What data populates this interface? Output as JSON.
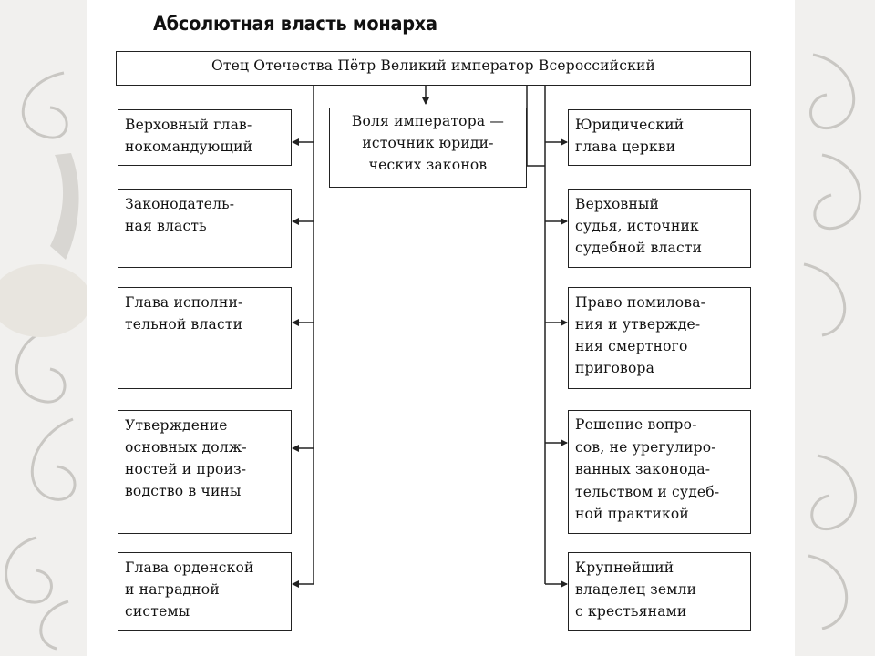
{
  "title": "Абсолютная власть монарха",
  "top_box": "Отец Отечества Пётр Великий император Всероссийский",
  "center_box": [
    "Воля императора —",
    "источник юриди-",
    "ческих законов"
  ],
  "left_boxes": [
    [
      "Верховный глав-",
      "нокомандующий"
    ],
    [
      "Законодатель-",
      "ная власть"
    ],
    [
      "Глава исполни-",
      "тельной власти"
    ],
    [
      "Утверждение",
      "основных долж-",
      "ностей и произ-",
      "водство в чины"
    ],
    [
      "Глава орденской",
      "и наградной",
      "системы"
    ]
  ],
  "right_boxes": [
    [
      "Юридический",
      "глава церкви"
    ],
    [
      "Верховный",
      "судья, источник",
      "судебной власти"
    ],
    [
      "Право помилова-",
      "ния и утвержде-",
      "ния смертного",
      "приговора"
    ],
    [
      "Решение вопро-",
      "сов, не урегулиро-",
      "ванных законода-",
      "тельством и судеб-",
      "ной практикой"
    ],
    [
      "Крупнейший",
      "владелец земли",
      "с крестьянами"
    ]
  ]
}
